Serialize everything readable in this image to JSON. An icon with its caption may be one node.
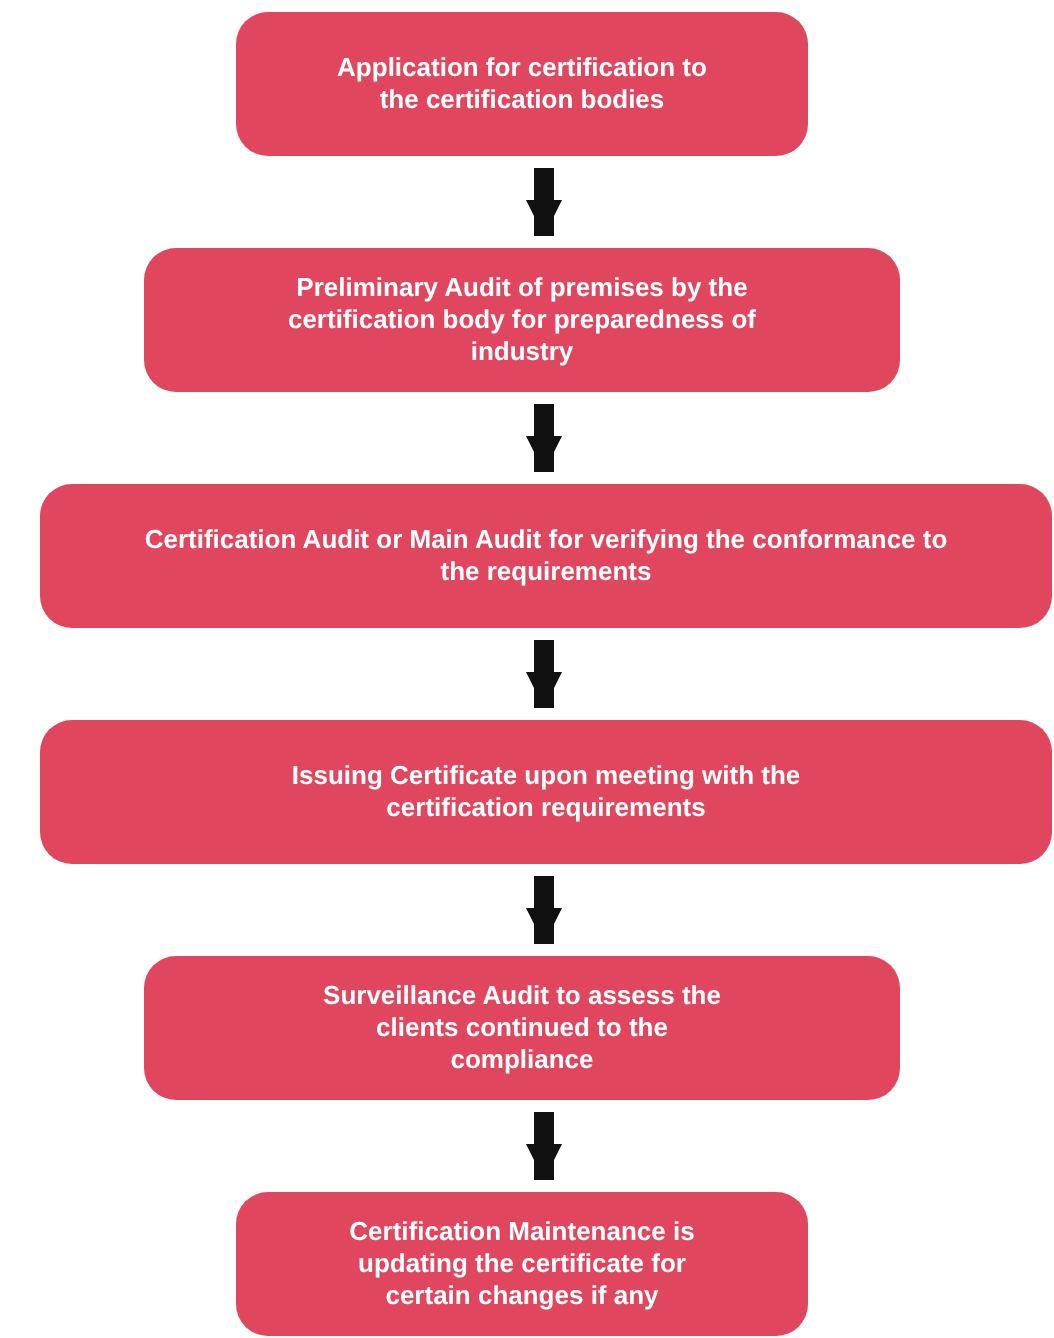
{
  "diagram": {
    "nodes": [
      {
        "text": [
          "Application for certification to the certification bodies"
        ]
      },
      {
        "text": [
          "Preliminary Audit of premises by the certification body for preparedness of industry"
        ]
      },
      {
        "text": [
          "Certification Audit or Main Audit for verifying the conformance to the requirements"
        ]
      },
      {
        "text": [
          "Issuing Certificate upon meeting with the certification requirements"
        ]
      },
      {
        "text": [
          "Surveillance Audit to assess the clients continued to the compliance"
        ]
      },
      {
        "text": [
          "Certification Maintenance is updating the certificate for certain changes if any"
        ]
      }
    ],
    "edges": [
      {
        "from": 0,
        "to": 1,
        "arrow": "to"
      },
      {
        "from": 1,
        "to": 2,
        "arrow": "to"
      },
      {
        "from": 2,
        "to": 3,
        "arrow": "to"
      },
      {
        "from": 3,
        "to": 4,
        "arrow": "to"
      },
      {
        "from": 4,
        "to": 5,
        "arrow": "to"
      }
    ]
  }
}
